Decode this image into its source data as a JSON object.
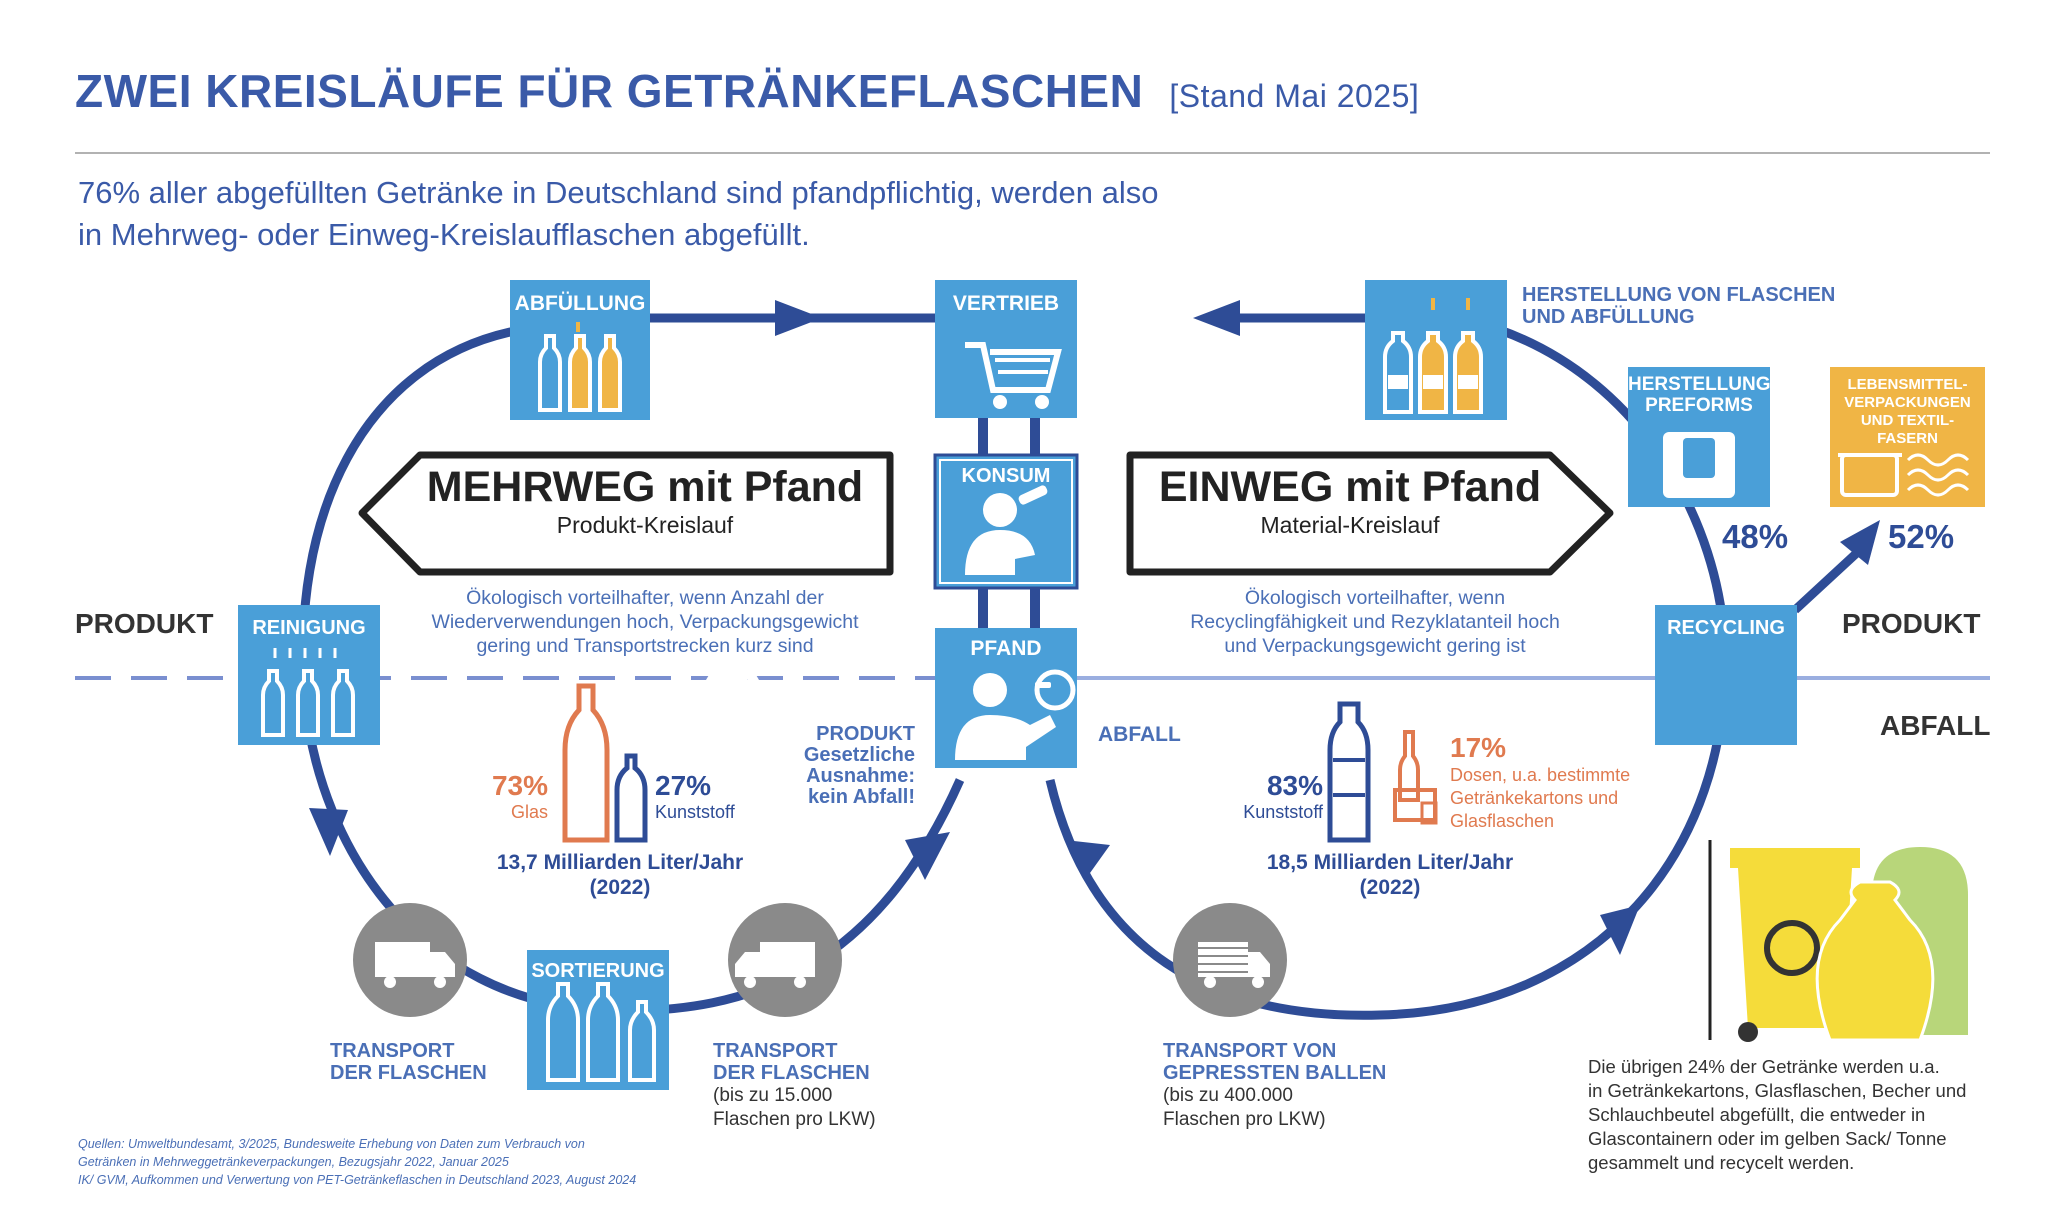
{
  "header": {
    "title": "ZWEI KREISLÄUFE FÜR GETRÄNKEFLASCHEN",
    "stand": "[Stand Mai 2025]"
  },
  "intro": {
    "line1": "76% aller abgefüllten Getränke in Deutschland sind pfandpflichtig, werden also",
    "line2": "in Mehrweg- oder Einweg-Kreislaufflaschen abgefüllt."
  },
  "zones": {
    "produkt_left": "PRODUKT",
    "produkt_right": "PRODUKT",
    "abfall_right": "ABFALL",
    "abfall_center": "ABFALL"
  },
  "boxes": {
    "abfuellung": "ABFÜLLUNG",
    "vertrieb": "VERTRIEB",
    "konsum": "KONSUM",
    "pfand": "PFAND",
    "reinigung": "REINIGUNG",
    "sortierung": "SORTIERUNG",
    "recycling": "RECYCLING",
    "herstellung_preforms_1": "HERSTELLUNG",
    "herstellung_preforms_2": "PREFORMS",
    "lebensmittel_1": "LEBENSMITTEL-",
    "lebensmittel_2": "VERPACKUNGEN",
    "lebensmittel_3": "UND TEXTIL-",
    "lebensmittel_4": "FASERN"
  },
  "herstellung_flaschen": {
    "line1": "HERSTELLUNG VON FLASCHEN",
    "line2": "UND ABFÜLLUNG"
  },
  "mehrweg": {
    "title": "MEHRWEG mit Pfand",
    "subtitle": "Produkt-Kreislauf",
    "note1": "Ökologisch vorteilhafter, wenn Anzahl der",
    "note2": "Wiederverwendungen hoch, Verpackungsgewicht",
    "note3": "gering und Transportstrecken kurz sind",
    "pct_glas": "73%",
    "glas": "Glas",
    "pct_kunststoff": "27%",
    "kunststoff": "Kunststoff",
    "volume": "13,7 Milliarden Liter/Jahr",
    "year": "(2022)"
  },
  "einweg": {
    "title": "EINWEG mit Pfand",
    "subtitle": "Material-Kreislauf",
    "note1": "Ökologisch vorteilhafter, wenn",
    "note2": "Recyclingfähigkeit und Rezyklatanteil hoch",
    "note3": "und Verpackungsgewicht gering ist",
    "pct_kunststoff": "83%",
    "kunststoff": "Kunststoff",
    "pct_other": "17%",
    "other1": "Dosen, u.a. bestimmte",
    "other2": "Getränkekartons und",
    "other3": "Glasflaschen",
    "volume": "18,5 Milliarden Liter/Jahr",
    "year": "(2022)",
    "pct_preforms": "48%",
    "pct_lebensmittel": "52%"
  },
  "produkt_ausnahme": {
    "line1": "PRODUKT",
    "line2": "Gesetzliche",
    "line3": "Ausnahme:",
    "line4": "kein Abfall!"
  },
  "transport": {
    "left_title1": "TRANSPORT",
    "left_title2": "DER FLASCHEN",
    "mid_title1": "TRANSPORT",
    "mid_title2": "DER FLASCHEN",
    "mid_sub1": "(bis zu 15.000",
    "mid_sub2": "Flaschen pro LKW)",
    "right_title1": "TRANSPORT VON",
    "right_title2": "GEPRESSTEN BALLEN",
    "right_sub1": "(bis zu 400.000",
    "right_sub2": "Flaschen pro LKW)"
  },
  "other": {
    "line1": "Die übrigen 24% der Getränke werden u.a.",
    "line2": "in Getränkekartons, Glasflaschen, Becher und",
    "line3": "Schlauchbeutel abgefüllt, die entweder in",
    "line4": "Glascontainern oder im gelben Sack/ Tonne",
    "line5": "gesammelt und recycelt werden."
  },
  "sources": {
    "line1": "Quellen:  Umweltbundesamt, 3/2025, Bundesweite Erhebung von Daten zum Verbrauch von",
    "line2": "Getränken in Mehrweggetränkeverpackungen, Bezugsjahr 2022, Januar 2025",
    "line3": "IK/ GVM, Aufkommen und Verwertung von PET-Getränkeflaschen in Deutschland 2023, August 2024"
  },
  "colors": {
    "primary_blue": "#3a5aa8",
    "box_blue": "#4a9fd8",
    "navy": "#2e4c96",
    "orange": "#e07a4f",
    "amber": "#f0b545",
    "grey": "#8a8a8a",
    "yellow": "#f5dc3a",
    "green": "#b8d67a"
  },
  "icons": [
    "bottles-icon",
    "cart-icon",
    "drinking-person-icon",
    "deposit-person-icon",
    "cleaning-bottles-icon",
    "sorting-bottles-icon",
    "recycling-icon",
    "preform-icon",
    "food-container-icon",
    "truck-icon",
    "bale-truck-icon",
    "yellow-bin-icon",
    "yellow-sack-icon",
    "glass-container-icon"
  ]
}
